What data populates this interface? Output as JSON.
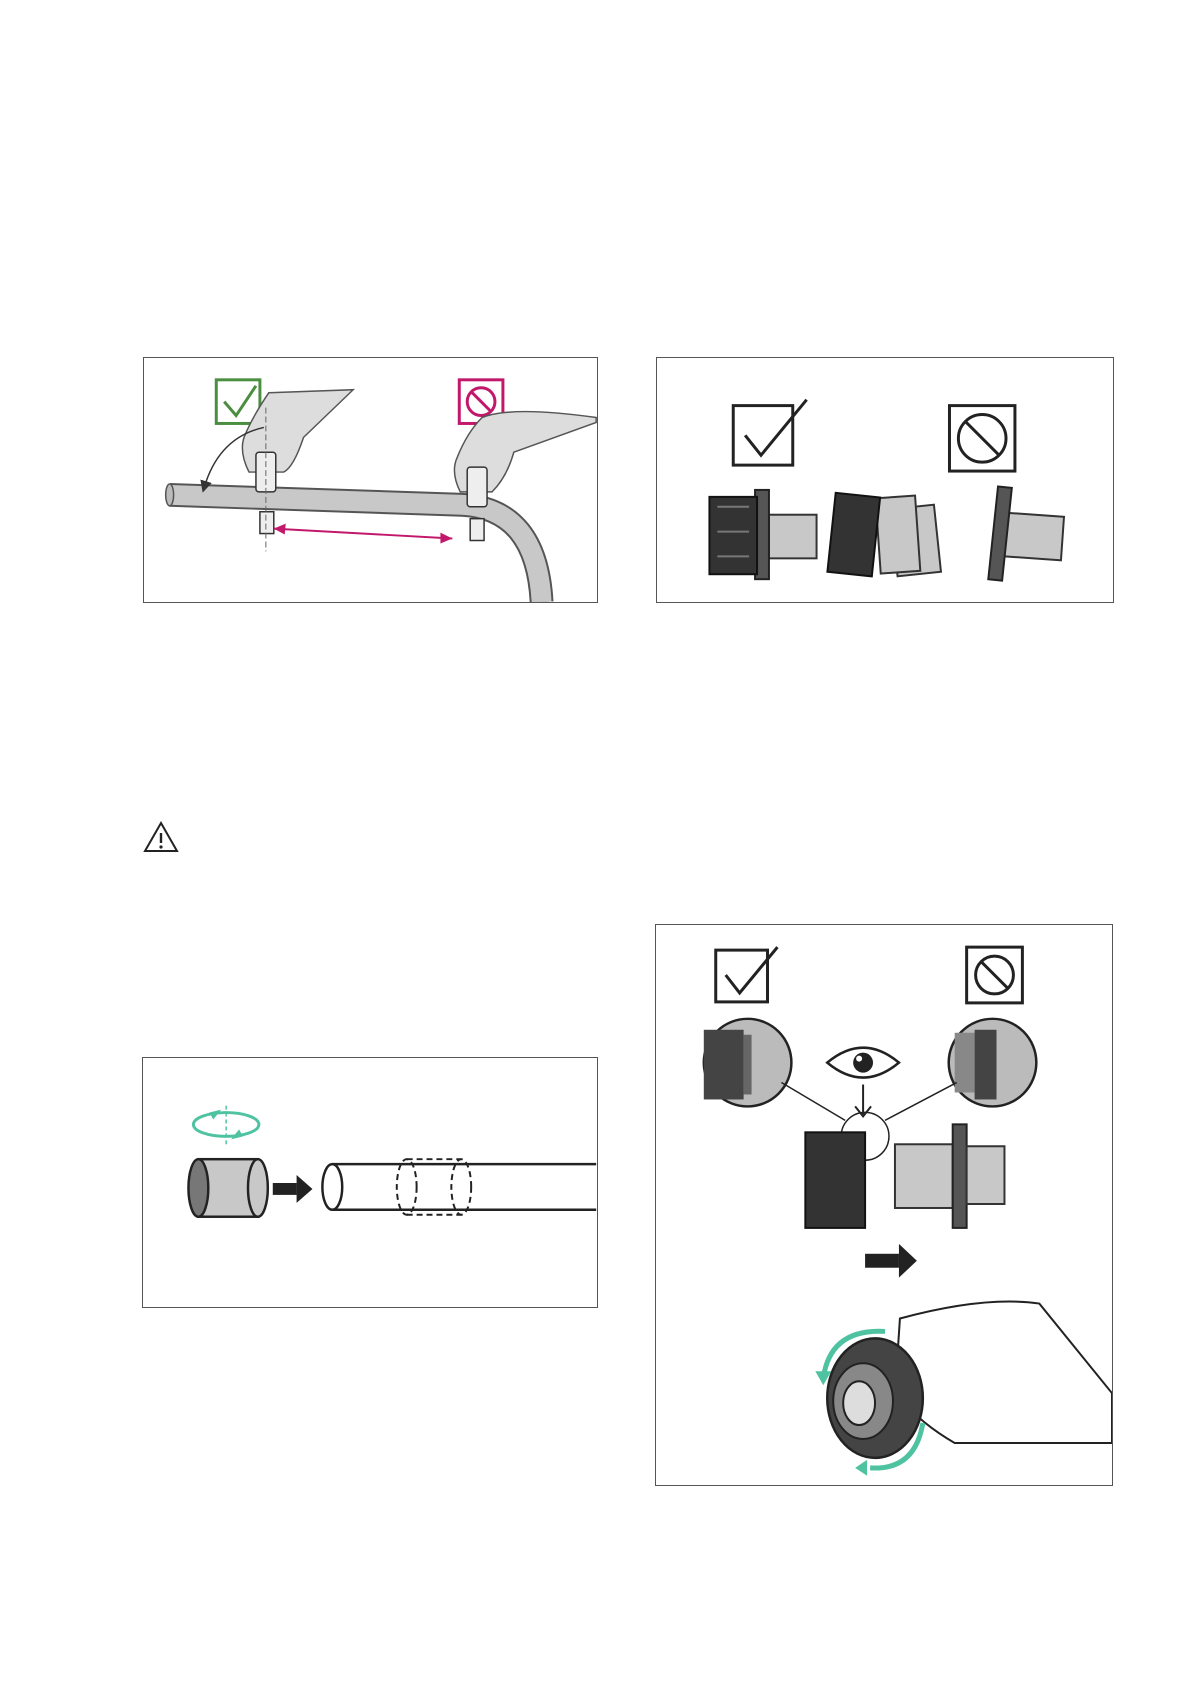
{
  "page": {
    "background": "#ffffff"
  },
  "colors": {
    "ok_green": "#4a8f3f",
    "forbid_magenta": "#c2186b",
    "rotate_teal": "#4fc3a1",
    "outline": "#222222",
    "fill_grey": "#c8c8c8"
  },
  "figures": [
    {
      "id": "fig-pipe-clamp",
      "icons": [
        "check-icon",
        "prohibited-icon"
      ]
    },
    {
      "id": "fig-fitting-assembly",
      "icons": [
        "check-icon",
        "prohibited-icon"
      ]
    },
    {
      "id": "fig-insert-sleeve",
      "icons": [
        "rotate-arrow-icon",
        "push-arrow-icon"
      ]
    },
    {
      "id": "fig-inspect-fitting",
      "icons": [
        "check-icon",
        "prohibited-icon",
        "eye-icon",
        "rotate-arrow-icon"
      ]
    }
  ],
  "warning": {
    "icon": "warning-triangle-icon"
  }
}
